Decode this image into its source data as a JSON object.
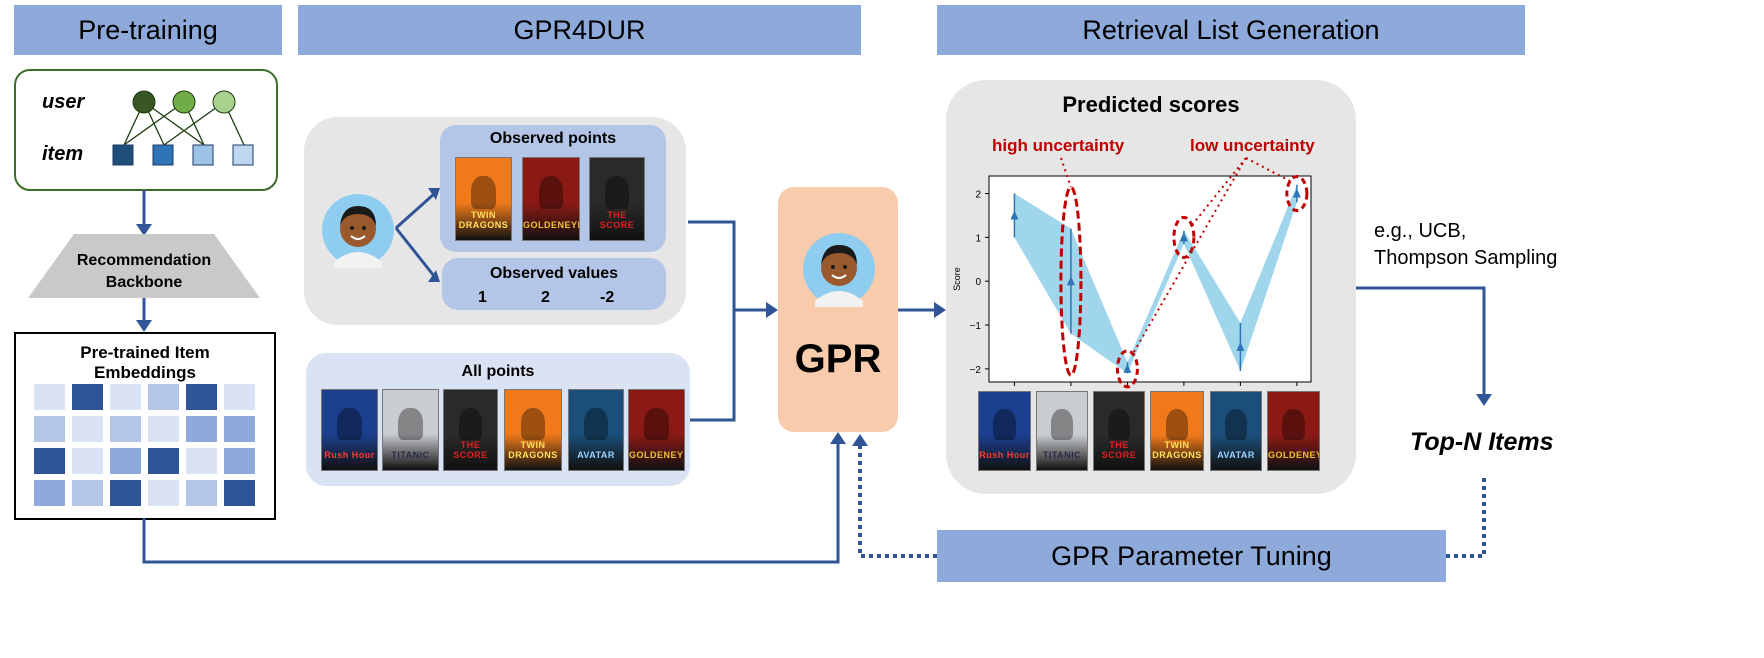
{
  "headers": {
    "pretraining": "Pre-training",
    "gpr4dur": "GPR4DUR",
    "retrieval": "Retrieval List Generation",
    "tuning": "GPR Parameter Tuning"
  },
  "pretrain": {
    "user_label": "user",
    "item_label": "item",
    "backbone_line1": "Recommendation",
    "backbone_line2": "Backbone",
    "emb_line1": "Pre-trained Item",
    "emb_line2": "Embeddings"
  },
  "gpr4dur": {
    "observed_points_title": "Observed points",
    "observed_values_title": "Observed values",
    "observed_values": [
      "1",
      "2",
      "-2"
    ],
    "all_points_title": "All points"
  },
  "gpr_label": "GPR",
  "chart": {
    "title": "Predicted scores",
    "high_label": "high uncertainty",
    "low_label": "low uncertainty",
    "ylabel": "Score"
  },
  "chart_data": {
    "type": "line",
    "title": "Predicted scores",
    "ylabel": "Score",
    "ylim": [
      -2.3,
      2.4
    ],
    "yticks": [
      "2",
      "1",
      "0",
      "−1",
      "−2"
    ],
    "x": [
      0,
      1,
      2,
      3,
      4,
      5
    ],
    "series": [
      {
        "mean": [
          1.5,
          0.0,
          -2.0,
          1.0,
          -1.5,
          2.0
        ],
        "lower": [
          1.0,
          -1.2,
          -2.1,
          0.85,
          -2.05,
          1.8
        ],
        "upper": [
          2.0,
          1.2,
          -1.85,
          1.15,
          -0.95,
          2.2
        ]
      }
    ],
    "x_images": [
      "Rush Hour",
      "Titanic",
      "The Score",
      "Twin Dragons",
      "Avatar",
      "GoldenEye"
    ]
  },
  "sampling": {
    "line1": "e.g., UCB,",
    "line2": "Thompson Sampling"
  },
  "topn": "Top-N Items",
  "posters": {
    "rushhour": {
      "title": "Rush Hour",
      "bg": "#1c3f8f",
      "fg": "#ff3b2f"
    },
    "titanic": {
      "title": "TITANIC",
      "bg": "#c9ccd0",
      "fg": "#2a2a44"
    },
    "score": {
      "title": "THE SCORE",
      "bg": "#2a2a2a",
      "fg": "#e02020"
    },
    "twin": {
      "title": "TWIN DRAGONS",
      "bg": "#f07a1a",
      "fg": "#ffe15a"
    },
    "avatar": {
      "title": "AVATAR",
      "bg": "#1b4f7a",
      "fg": "#9ed4ff"
    },
    "golden": {
      "title": "GOLDENEYE",
      "bg": "#8b1a14",
      "fg": "#f2c230"
    }
  },
  "colors": {
    "header": "#8eaadb",
    "panel": "#e6e6e6",
    "arrow": "#2f5597",
    "band": "#8ecfe8",
    "annot": "#c00000"
  }
}
